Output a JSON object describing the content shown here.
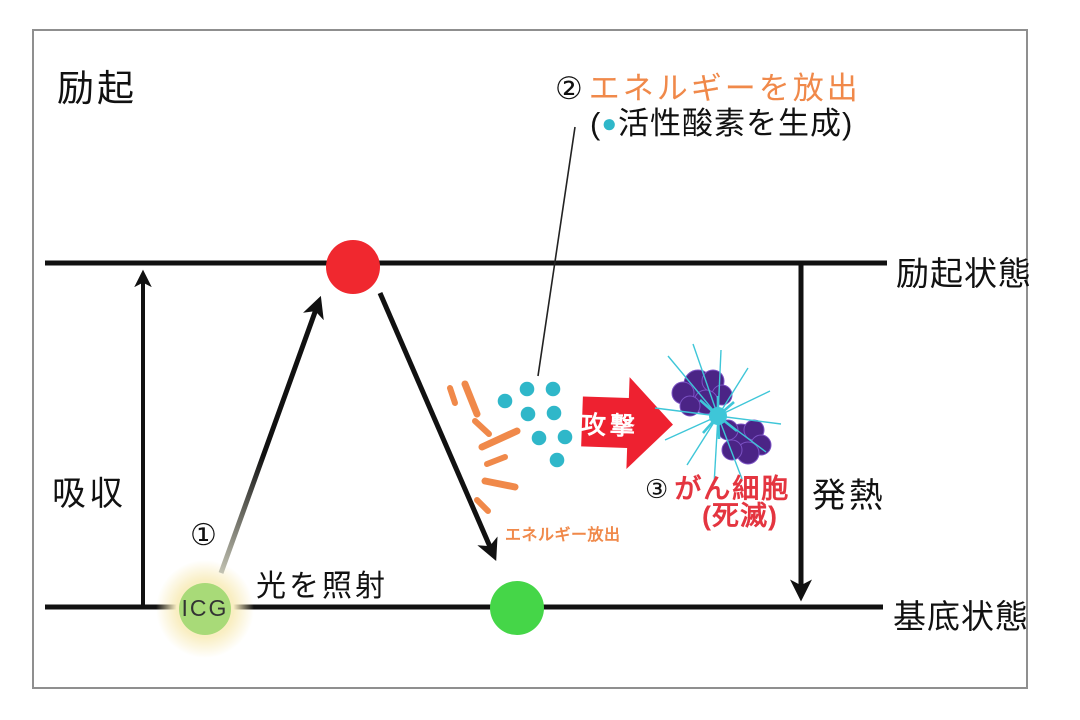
{
  "diagram": {
    "title": "励起",
    "labels": {
      "excited_state": "励起状態",
      "ground_state": "基底状態",
      "absorption": "吸収",
      "heat": "発熱",
      "light_irradiation": "光を照射",
      "energy_release_small": "エネルギー放出",
      "attack": "攻撃",
      "icg": "ICG"
    },
    "steps": {
      "step1": {
        "marker": "①"
      },
      "step2": {
        "marker": "②",
        "title": "エネルギーを放出",
        "sub_open": "(",
        "sub_bullet": "●",
        "sub_text": "活性酸素を生成)"
      },
      "step3": {
        "marker": "③",
        "title": "がん細胞",
        "subtitle": "(死滅)"
      }
    },
    "colors": {
      "orange": "#f0894a",
      "cyan": "#2fb7c9",
      "spike_cyan": "#3ec6d8",
      "red_circle": "#f0282f",
      "green_circle": "#45d648",
      "attack_red": "#ee2130",
      "step3_red": "#e43540",
      "icg_green": "#a8da78",
      "icg_glow": "#f9eec2",
      "cancer_purple": "#4b2486",
      "line_black": "#111111"
    }
  }
}
